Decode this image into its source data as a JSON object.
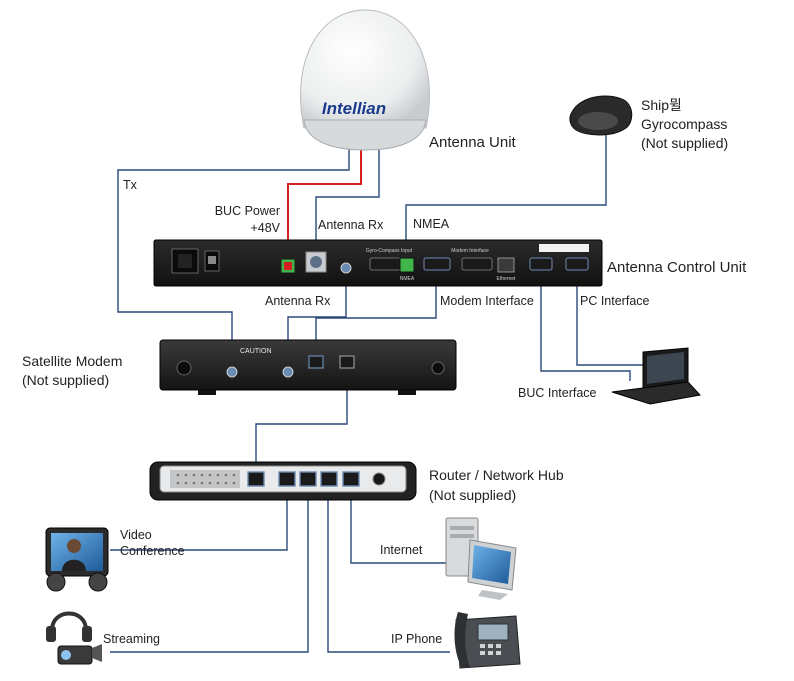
{
  "antenna": {
    "brand": "Intellian",
    "label": "Antenna Unit"
  },
  "gyrocompass": {
    "line1": "Ship뮐",
    "line2": "Gyrocompass",
    "line3": "(Not supplied)"
  },
  "labels": {
    "tx": "Tx",
    "buc_power_1": "BUC Power",
    "buc_power_2": "+48V",
    "antenna_rx_top": "Antenna Rx",
    "nmea": "NMEA",
    "antenna_control_unit": "Antenna Control Unit",
    "antenna_rx_lower": "Antenna Rx",
    "modem_interface": "Modem Interface",
    "pc_interface": "PC Interface",
    "buc_interface": "BUC Interface"
  },
  "satellite_modem": {
    "line1": "Satellite Modem",
    "line2": "(Not supplied)",
    "caution": "CAUTION"
  },
  "router": {
    "line1": "Router / Network Hub",
    "line2": "(Not supplied)"
  },
  "devices": {
    "video_conference_1": "Video",
    "video_conference_2": "Conference",
    "streaming": "Streaming",
    "internet": "Internet",
    "ip_phone": "IP Phone"
  },
  "acu_panel": {
    "gyro_input": "Gyro-Compass Input",
    "modem_interface": "Modem Interface",
    "nmea": "NMEA",
    "ethernet": "Ethernet"
  },
  "colors": {
    "power_cable": "#d42020",
    "cable": "#2a4a7a",
    "device_body": "#1e1e1e"
  }
}
